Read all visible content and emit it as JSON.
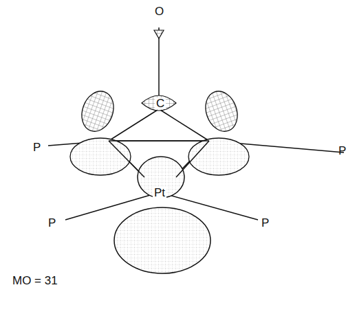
{
  "diagram": {
    "labels": [
      "O",
      "C",
      "P",
      "P",
      "Pt",
      "P",
      "P",
      "MO = 31"
    ]
  }
}
